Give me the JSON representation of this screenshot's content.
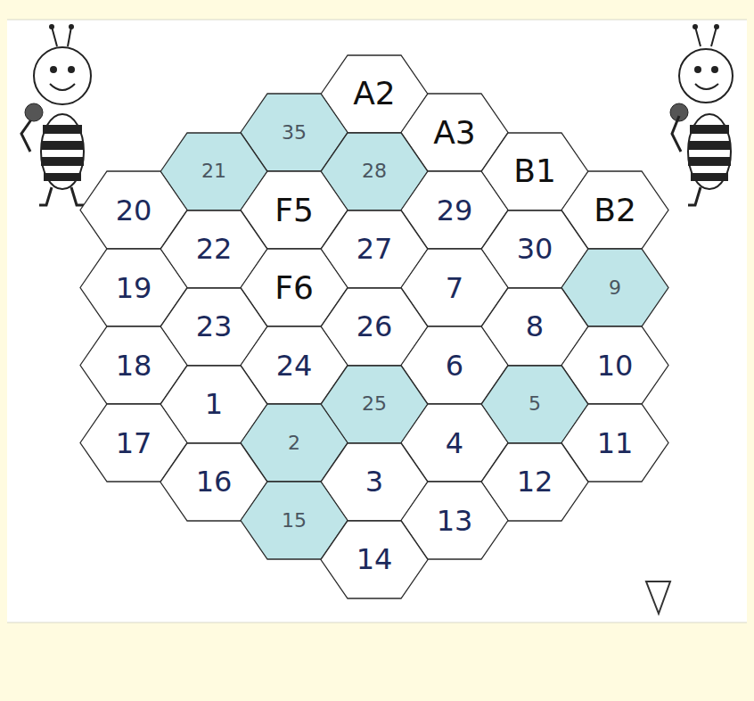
{
  "diagram": {
    "nodes": [
      {
        "text": [
          "A2"
        ]
      },
      {
        "text": [
          "35"
        ]
      },
      {
        "text": [
          "A3"
        ]
      },
      {
        "text": [
          "21"
        ]
      },
      {
        "text": [
          "28"
        ]
      },
      {
        "text": [
          "B1"
        ]
      },
      {
        "text": [
          "20"
        ]
      },
      {
        "text": [
          "F5"
        ]
      },
      {
        "text": [
          "29"
        ]
      },
      {
        "text": [
          "B2"
        ]
      },
      {
        "text": [
          "22"
        ]
      },
      {
        "text": [
          "27"
        ]
      },
      {
        "text": [
          "30"
        ]
      },
      {
        "text": [
          "19"
        ]
      },
      {
        "text": [
          "F6"
        ]
      },
      {
        "text": [
          "7"
        ]
      },
      {
        "text": [
          "9"
        ]
      },
      {
        "text": [
          "23"
        ]
      },
      {
        "text": [
          "26"
        ]
      },
      {
        "text": [
          "8"
        ]
      },
      {
        "text": [
          "18"
        ]
      },
      {
        "text": [
          "24"
        ]
      },
      {
        "text": [
          "6"
        ]
      },
      {
        "text": [
          "10"
        ]
      },
      {
        "text": [
          "1"
        ]
      },
      {
        "text": [
          "25"
        ]
      },
      {
        "text": [
          "5"
        ]
      },
      {
        "text": [
          "17"
        ]
      },
      {
        "text": [
          "2"
        ]
      },
      {
        "text": [
          "4"
        ]
      },
      {
        "text": [
          "11"
        ]
      },
      {
        "text": [
          "16"
        ]
      },
      {
        "text": [
          "3"
        ]
      },
      {
        "text": [
          "12"
        ]
      },
      {
        "text": [
          "15"
        ]
      },
      {
        "text": [
          "13"
        ]
      },
      {
        "text": [
          "14"
        ]
      }
    ]
  }
}
